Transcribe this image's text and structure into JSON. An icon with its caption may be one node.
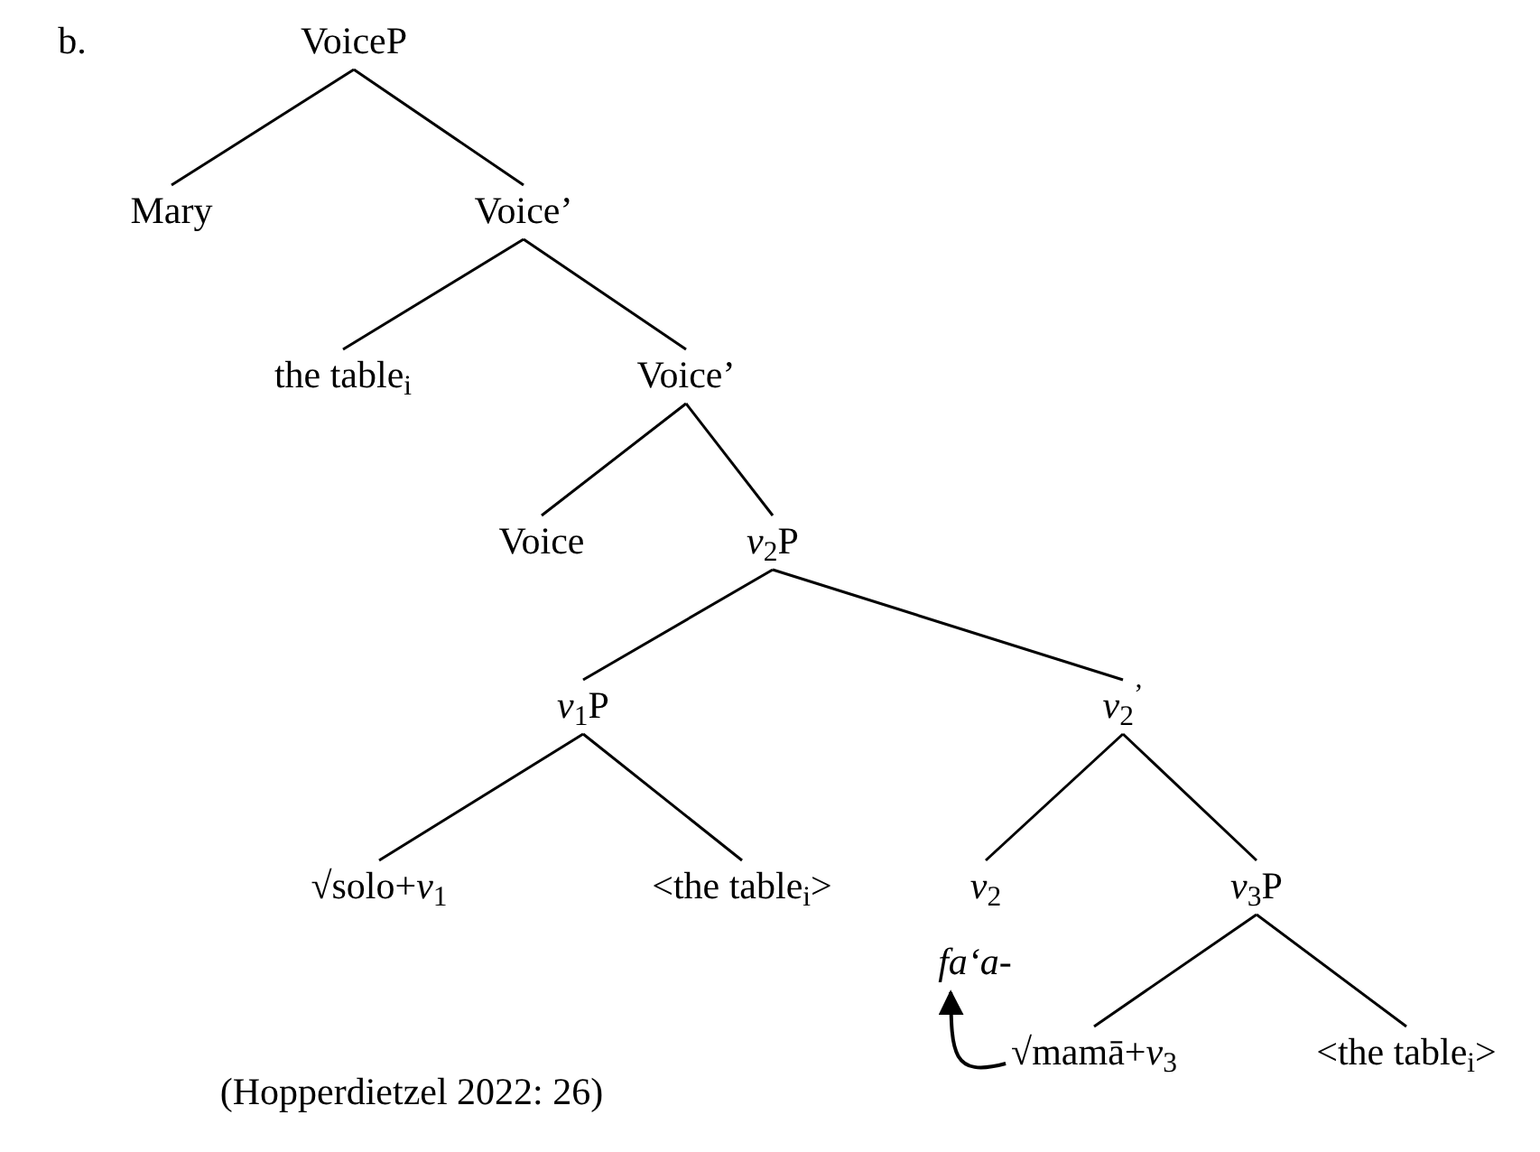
{
  "diagram": {
    "nodes": [
      {
        "text": [
          "VoiceP"
        ]
      },
      {
        "text": [
          "Mary"
        ]
      },
      {
        "text": [
          "Voice’"
        ]
      },
      {
        "text": [
          "the table$_{i}$"
        ]
      },
      {
        "text": [
          "Voice’"
        ]
      },
      {
        "text": [
          "Voice"
        ]
      },
      {
        "text": [
          "*v*$_{2}$P"
        ]
      },
      {
        "text": [
          "*v*$_{1}$P"
        ]
      },
      {
        "text": [
          "*v*$_{2}$$^{’}$"
        ]
      },
      {
        "text": [
          "√solo+*v*$_{1}$"
        ]
      },
      {
        "text": [
          "<the table$_{i}$>"
        ]
      },
      {
        "text": [
          "*v*$_{2}$"
        ]
      },
      {
        "text": [
          "fa‘a-"
        ]
      },
      {
        "text": [
          "*v*$_{3}$P"
        ]
      },
      {
        "text": [
          "√mamā+*v*$_{3}$"
        ]
      },
      {
        "text": [
          "<the table$_{i}$>"
        ]
      }
    ],
    "edges": [
      {
        "from": 0,
        "to": 1,
        "arrow": "none"
      },
      {
        "from": 0,
        "to": 2,
        "arrow": "none"
      },
      {
        "from": 2,
        "to": 3,
        "arrow": "none"
      },
      {
        "from": 2,
        "to": 4,
        "arrow": "none"
      },
      {
        "from": 4,
        "to": 5,
        "arrow": "none"
      },
      {
        "from": 4,
        "to": 6,
        "arrow": "none"
      },
      {
        "from": 6,
        "to": 7,
        "arrow": "none"
      },
      {
        "from": 6,
        "to": 8,
        "arrow": "none"
      },
      {
        "from": 7,
        "to": 9,
        "arrow": "none"
      },
      {
        "from": 7,
        "to": 10,
        "arrow": "none"
      },
      {
        "from": 8,
        "to": 11,
        "arrow": "none"
      },
      {
        "from": 8,
        "to": 13,
        "arrow": "none"
      },
      {
        "from": 13,
        "to": 14,
        "arrow": "none"
      },
      {
        "from": 13,
        "to": 15,
        "arrow": "none"
      },
      {
        "from": 14,
        "to": 12,
        "arrow": "to"
      }
    ],
    "labels": [
      "b.",
      "(Hopperdietzel 2022: 26)"
    ]
  }
}
